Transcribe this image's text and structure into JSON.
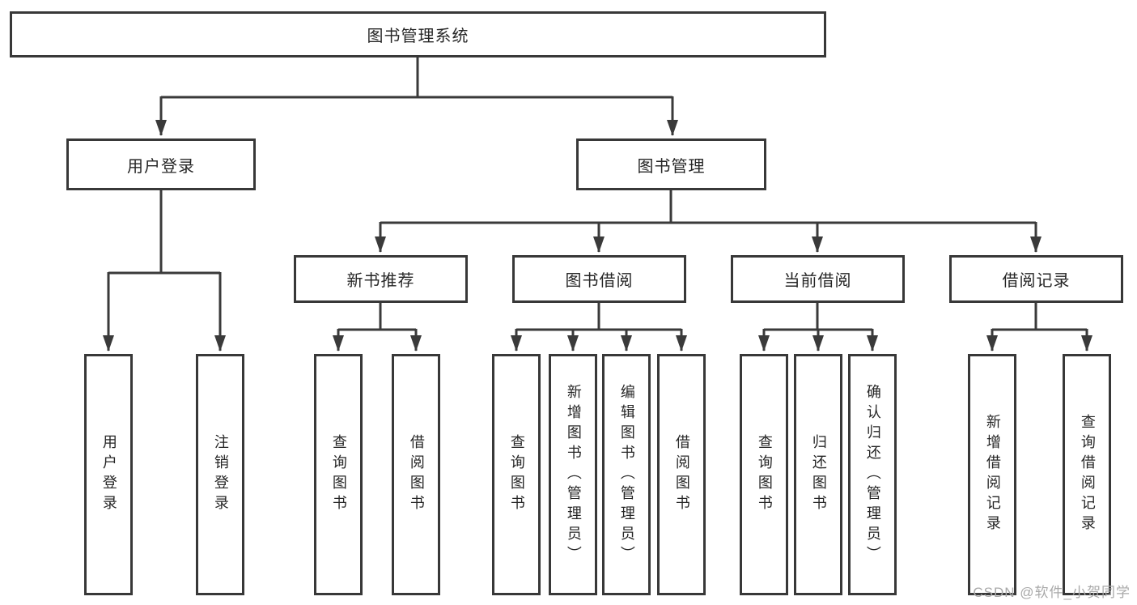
{
  "diagram": {
    "title": "图书管理系统",
    "nodes": {
      "root": "图书管理系统",
      "level2": {
        "user_login": "用户登录",
        "book_mgmt": "图书管理"
      },
      "modules": [
        "新书推荐",
        "图书借阅",
        "当前借阅",
        "借阅记录"
      ],
      "leaves": {
        "login": [
          "用户登录",
          "注销登录"
        ],
        "recommend": [
          "查询图书",
          "借阅图书"
        ],
        "borrow": [
          "查询图书",
          "新增图书（管理员）",
          "编辑图书（管理员）",
          "借阅图书"
        ],
        "current": [
          "查询图书",
          "归还图书",
          "确认归还（管理员）"
        ],
        "records": [
          "新增借阅记录",
          "查询借阅记录"
        ]
      }
    }
  },
  "watermark": "CSDN @软件_小贺同学",
  "colors": {
    "line": "#3a3a3a",
    "box_border": "#383838",
    "text": "#262626",
    "watermark": "#a9a9a9",
    "background": "#ffffff"
  }
}
